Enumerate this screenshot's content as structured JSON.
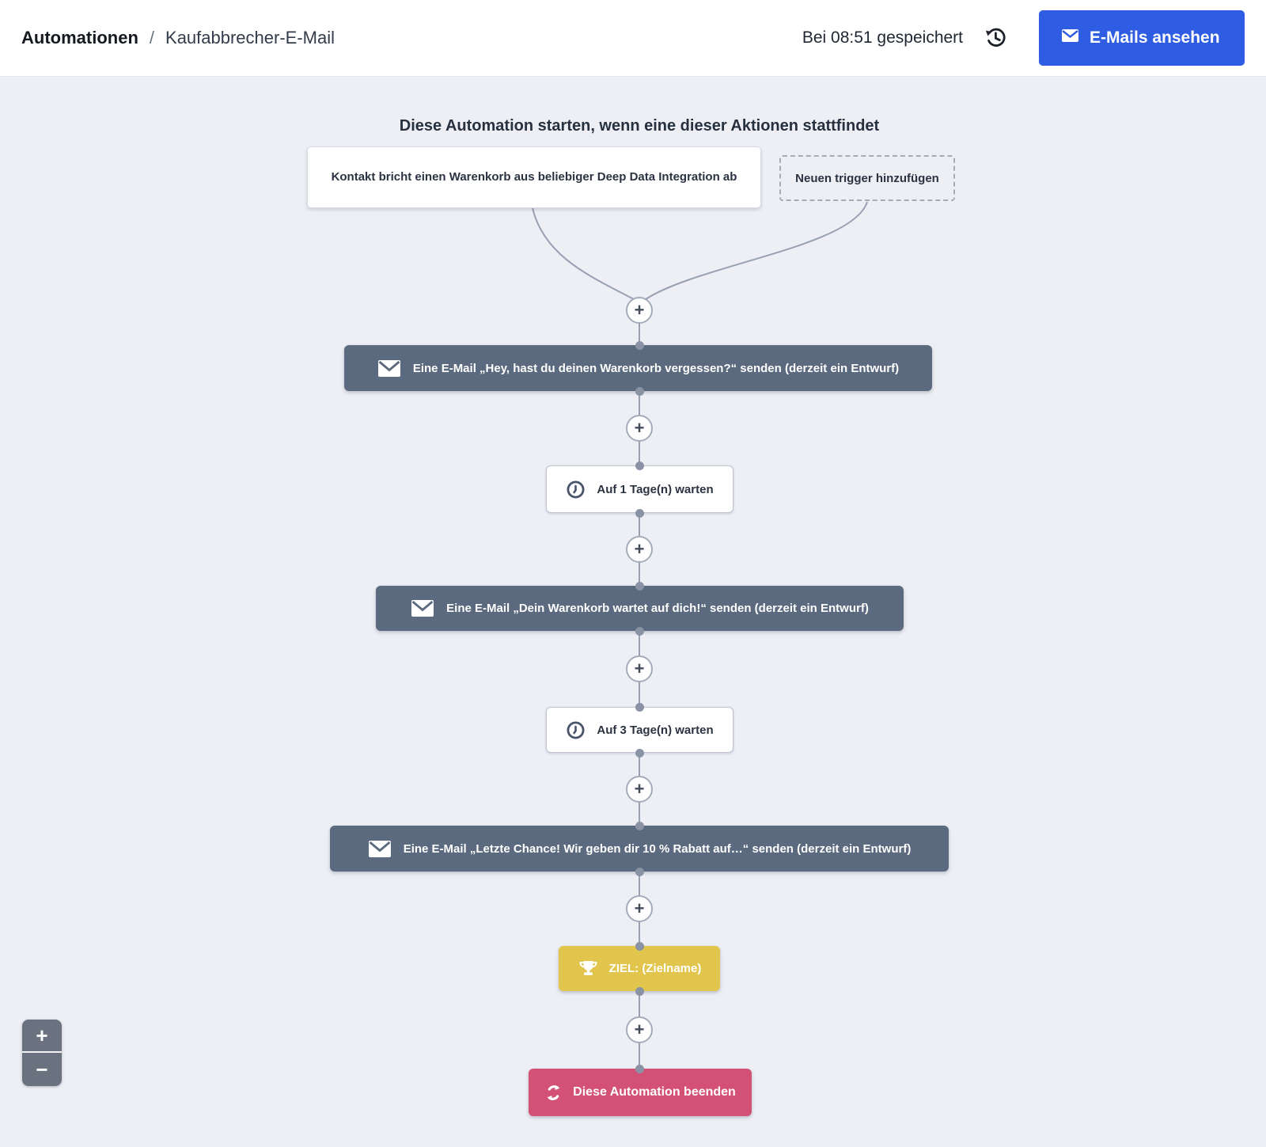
{
  "header": {
    "breadcrumb": {
      "section": "Automationen",
      "separator": "/",
      "title": "Kaufabbrecher-E-Mail"
    },
    "saved_status": "Bei 08:51 gespeichert",
    "view_emails_button": "E-Mails ansehen"
  },
  "canvas": {
    "start_title": "Diese Automation starten, wenn eine dieser Aktionen stattfindet",
    "trigger": {
      "label": "Kontakt bricht einen Warenkorb aus beliebiger Deep Data Integration ab"
    },
    "add_trigger": {
      "label": "Neuen trigger hinzufügen"
    },
    "nodes": [
      {
        "type": "email",
        "label": "Eine E-Mail „Hey, hast du deinen Warenkorb vergessen?“ senden (derzeit ein Entwurf)"
      },
      {
        "type": "wait",
        "label": "Auf 1 Tage(n) warten"
      },
      {
        "type": "email",
        "label": "Eine E-Mail „Dein Warenkorb wartet auf dich!“ senden (derzeit ein Entwurf)"
      },
      {
        "type": "wait",
        "label": "Auf 3 Tage(n) warten"
      },
      {
        "type": "email",
        "label": "Eine E-Mail „Letzte Chance! Wir geben dir 10 % Rabatt auf…“ senden (derzeit ein Entwurf)"
      },
      {
        "type": "goal",
        "label": "ZIEL: (Zielname)"
      },
      {
        "type": "end",
        "label": "Diese Automation beenden"
      }
    ]
  },
  "icons": {
    "plus": "+",
    "zoom_in": "+",
    "zoom_out": "−"
  },
  "colors": {
    "accent_blue": "#2e5ce2",
    "node_slate": "#5b6a7e",
    "goal_yellow": "#e2c54d",
    "end_pink": "#d45176",
    "background": "#edeff5"
  }
}
